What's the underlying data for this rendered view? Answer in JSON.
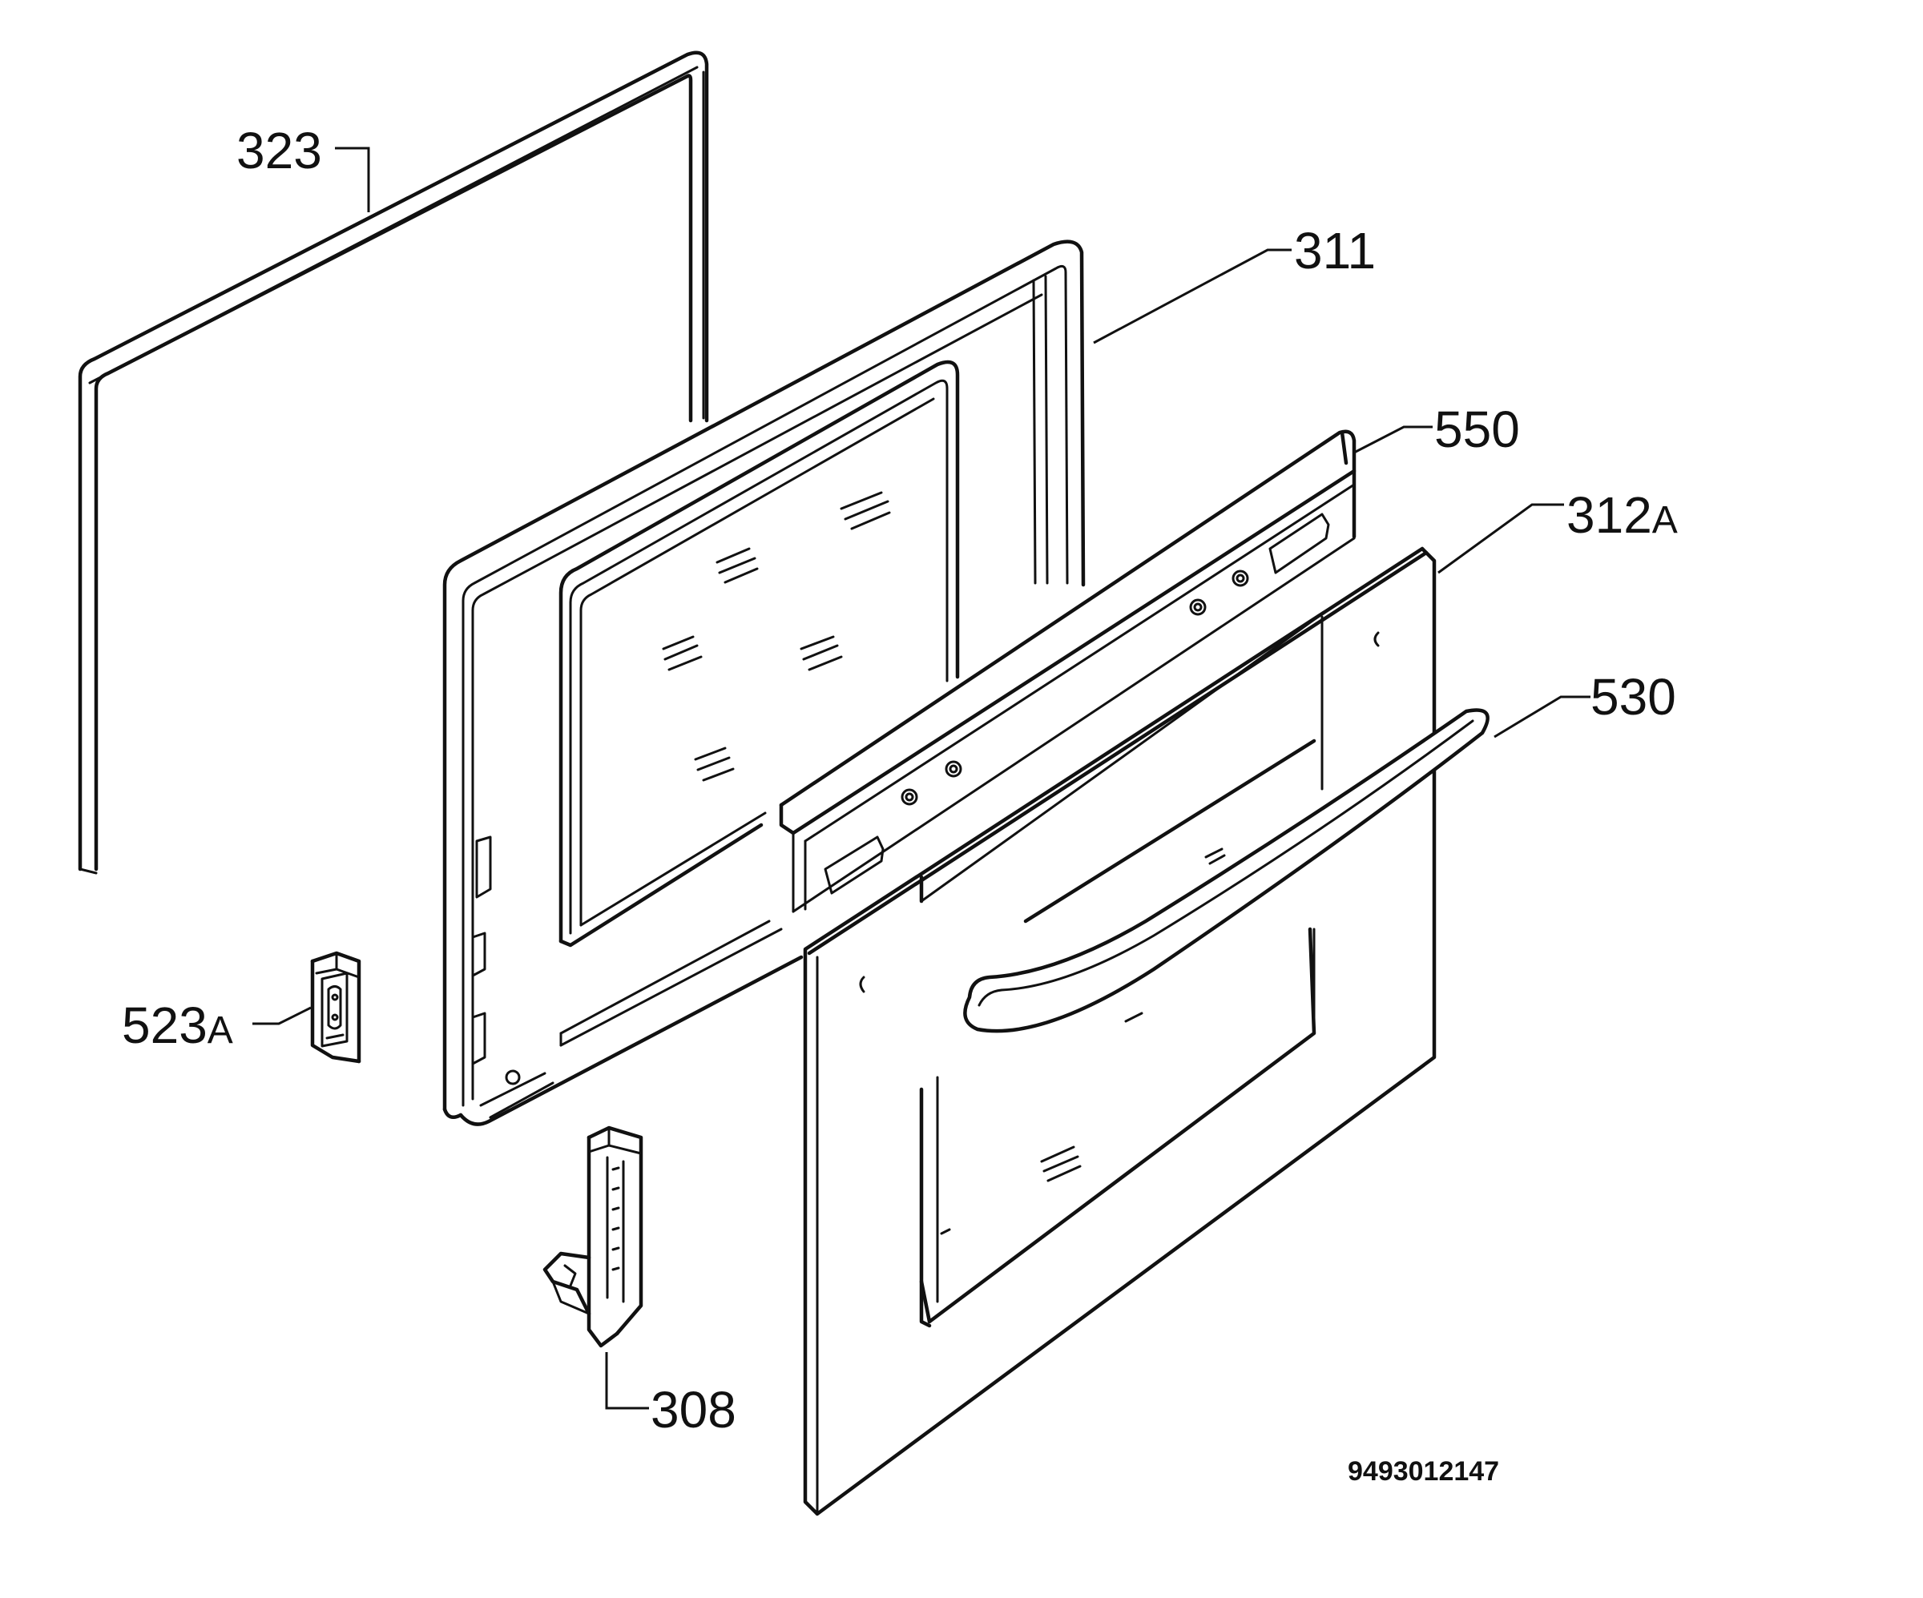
{
  "diagram": {
    "callouts": [
      {
        "id": "323",
        "text": "323"
      },
      {
        "id": "311",
        "text": "311"
      },
      {
        "id": "550",
        "text": "550"
      },
      {
        "id": "312A",
        "text": "312A"
      },
      {
        "id": "530",
        "text": "530"
      },
      {
        "id": "523A",
        "text": "523A"
      },
      {
        "id": "308",
        "text": "308"
      }
    ],
    "document_code": "9493012147",
    "parts": [
      {
        "name": "door-seal",
        "ref": "323"
      },
      {
        "name": "inner-door-frame",
        "ref": "311"
      },
      {
        "name": "top-trim-profile",
        "ref": "550"
      },
      {
        "name": "outer-door-glass",
        "ref": "312A"
      },
      {
        "name": "door-handle",
        "ref": "530"
      },
      {
        "name": "door-catch",
        "ref": "523A"
      },
      {
        "name": "hinge",
        "ref": "308"
      }
    ],
    "colors": {
      "line": "#111111",
      "background": "#ffffff"
    }
  }
}
